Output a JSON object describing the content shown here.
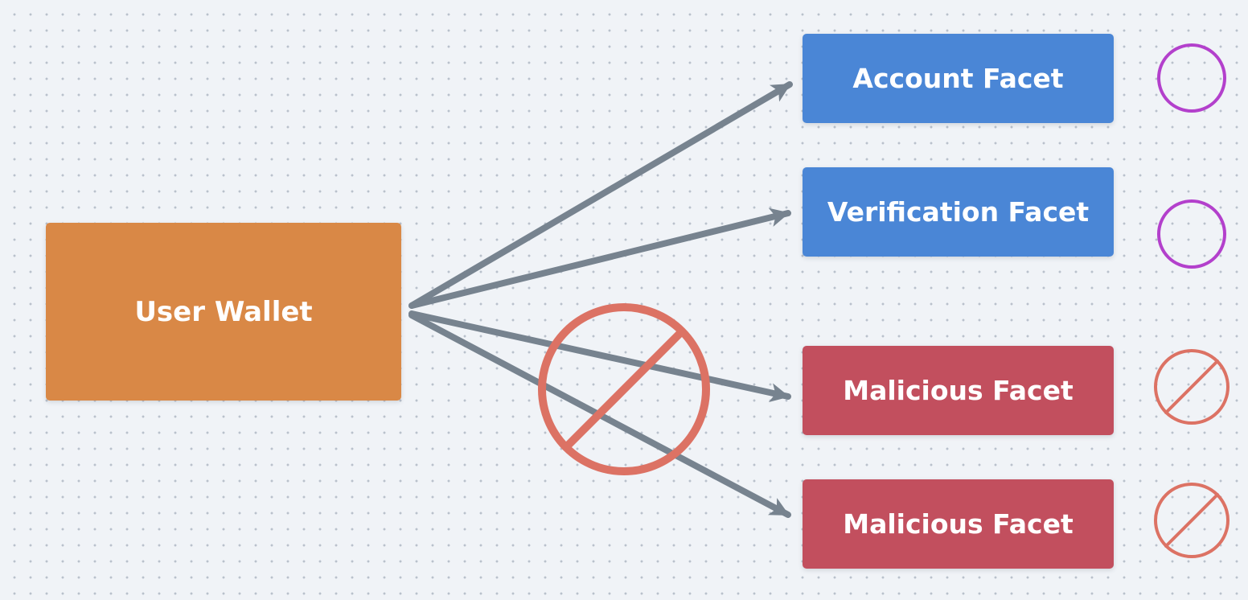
{
  "diagram": {
    "source": {
      "label": "User Wallet",
      "color": "#d98846"
    },
    "facets": [
      {
        "label": "Account Facet",
        "color": "#4a86d6",
        "status": "allowed",
        "status_icon": "circle-icon"
      },
      {
        "label": "Verification Facet",
        "color": "#4a86d6",
        "status": "allowed",
        "status_icon": "circle-icon"
      },
      {
        "label": "Malicious Facet",
        "color": "#c24f5e",
        "status": "blocked",
        "status_icon": "prohibited-icon"
      },
      {
        "label": "Malicious Facet",
        "color": "#c24f5e",
        "status": "blocked",
        "status_icon": "prohibited-icon"
      }
    ],
    "arrow_color": "#77838f",
    "allowed_icon_color": "#b340cc",
    "blocked_icon_color": "#dc7264",
    "center_icon": "prohibited-icon"
  }
}
